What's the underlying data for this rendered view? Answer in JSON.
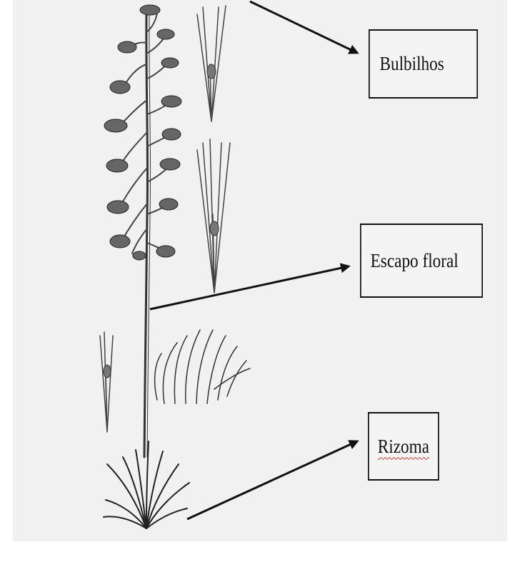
{
  "labels": {
    "bulbilhos": "Bulbilhos",
    "escapo_floral": "Escapo floral",
    "rizoma": "Rizoma"
  },
  "colors": {
    "background": "#f1f1f1",
    "ink": "#111111",
    "spellcheck_underline": "#c0392b"
  },
  "icons": {
    "arrowhead": "arrowhead-icon"
  }
}
